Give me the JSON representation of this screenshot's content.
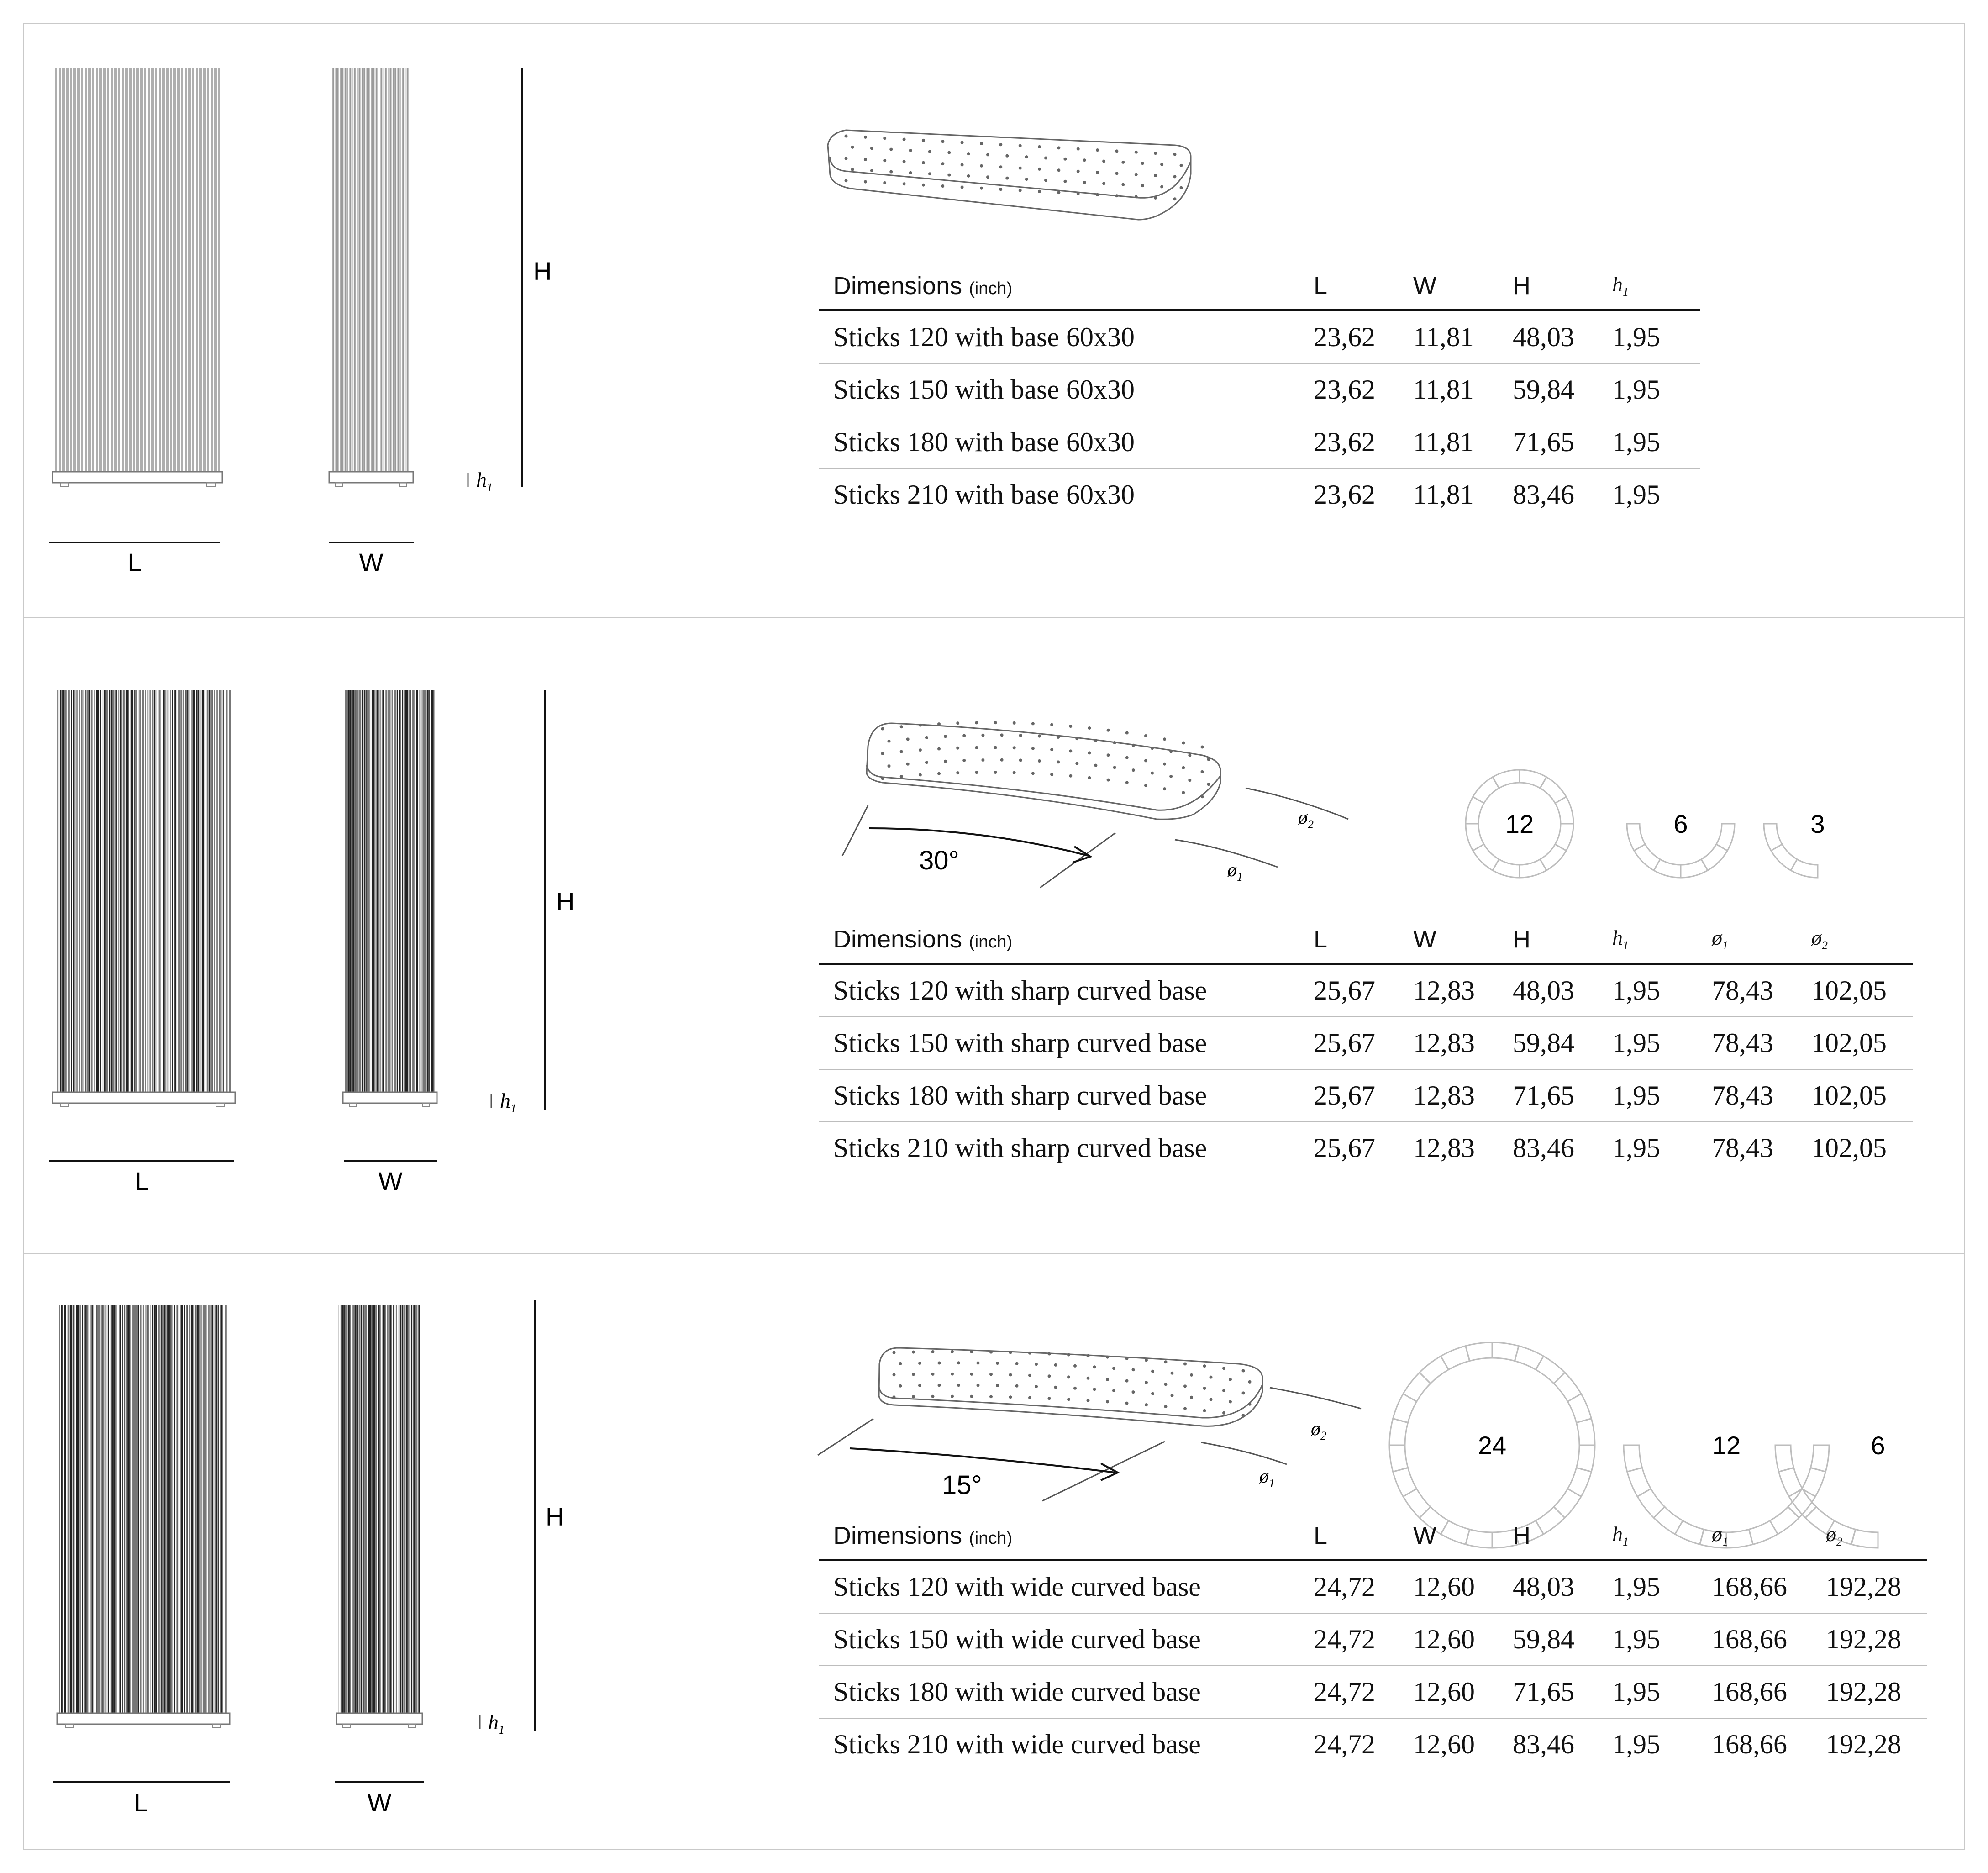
{
  "sections": [
    {
      "id": "straight",
      "labels": {
        "L": "L",
        "W": "W",
        "H": "H",
        "h1": "h",
        "h1_sub": "1"
      },
      "headers": [
        "Dimensions",
        "(inch)",
        "L",
        "W",
        "H",
        "h",
        "1"
      ],
      "rows": [
        [
          "Sticks 120 with base 60x30",
          "23,62",
          "11,81",
          "48,03",
          "1,95"
        ],
        [
          "Sticks 150 with base 60x30",
          "23,62",
          "11,81",
          "59,84",
          "1,95"
        ],
        [
          "Sticks 180 with base 60x30",
          "23,62",
          "11,81",
          "71,65",
          "1,95"
        ],
        [
          "Sticks 210 with base 60x30",
          "23,62",
          "11,81",
          "83,46",
          "1,95"
        ]
      ]
    },
    {
      "id": "sharp-curved",
      "labels": {
        "L": "L",
        "W": "W",
        "H": "H",
        "h1": "h",
        "h1_sub": "1",
        "angle": "30°",
        "d1": "ø",
        "d1_sub": "1",
        "d2": "ø",
        "d2_sub": "2",
        "rings": [
          "12",
          "6",
          "3"
        ]
      },
      "headers": [
        "Dimensions",
        "(inch)",
        "L",
        "W",
        "H",
        "h",
        "1",
        "ø",
        "1",
        "ø",
        "2"
      ],
      "rows": [
        [
          "Sticks 120 with sharp curved base",
          "25,67",
          "12,83",
          "48,03",
          "1,95",
          "78,43",
          "102,05"
        ],
        [
          "Sticks 150 with sharp curved base",
          "25,67",
          "12,83",
          "59,84",
          "1,95",
          "78,43",
          "102,05"
        ],
        [
          "Sticks 180 with sharp curved base",
          "25,67",
          "12,83",
          "71,65",
          "1,95",
          "78,43",
          "102,05"
        ],
        [
          "Sticks 210 with sharp curved base",
          "25,67",
          "12,83",
          "83,46",
          "1,95",
          "78,43",
          "102,05"
        ]
      ]
    },
    {
      "id": "wide-curved",
      "labels": {
        "L": "L",
        "W": "W",
        "H": "H",
        "h1": "h",
        "h1_sub": "1",
        "angle": "15°",
        "d1": "ø",
        "d1_sub": "1",
        "d2": "ø",
        "d2_sub": "2",
        "rings": [
          "24",
          "12",
          "6"
        ]
      },
      "headers": [
        "Dimensions",
        "(inch)",
        "L",
        "W",
        "H",
        "h",
        "1",
        "ø",
        "1",
        "ø",
        "2"
      ],
      "rows": [
        [
          "Sticks 120 with wide curved base",
          "24,72",
          "12,60",
          "48,03",
          "1,95",
          "168,66",
          "192,28"
        ],
        [
          "Sticks 150 with wide curved base",
          "24,72",
          "12,60",
          "59,84",
          "1,95",
          "168,66",
          "192,28"
        ],
        [
          "Sticks 180 with wide curved base",
          "24,72",
          "12,60",
          "71,65",
          "1,95",
          "168,66",
          "192,28"
        ],
        [
          "Sticks 210 with wide curved base",
          "24,72",
          "12,60",
          "83,46",
          "1,95",
          "168,66",
          "192,28"
        ]
      ]
    }
  ]
}
